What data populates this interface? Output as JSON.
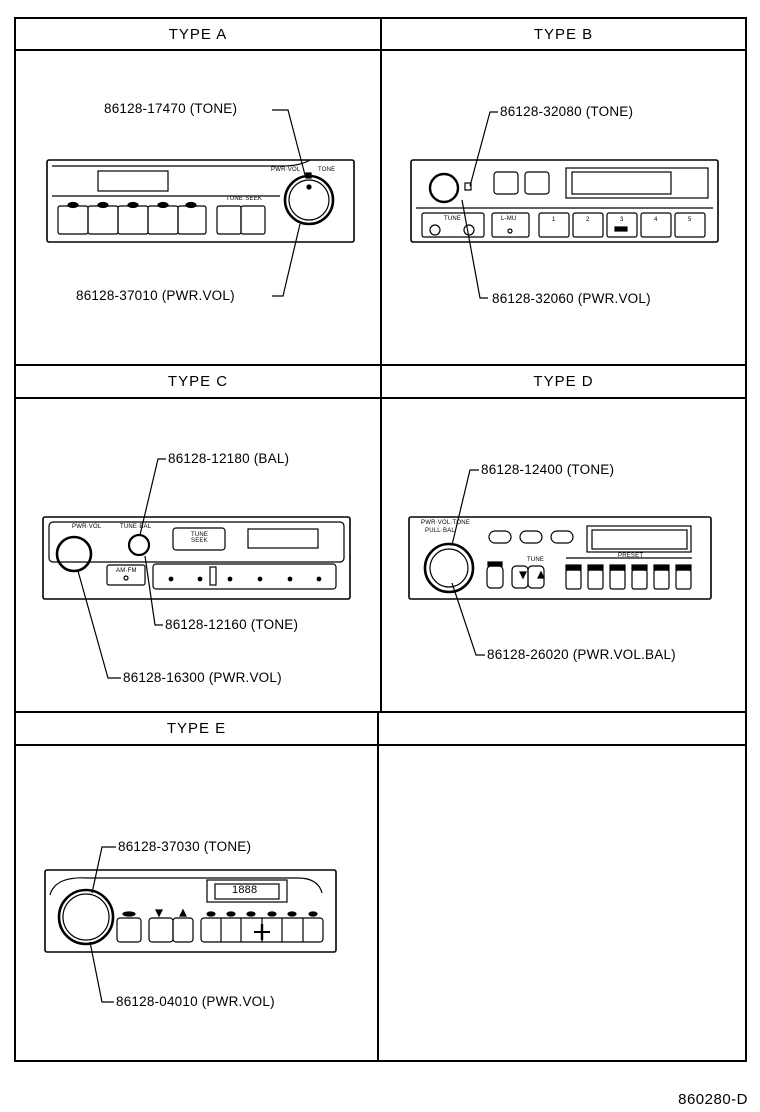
{
  "types": {
    "a": {
      "title": "TYPE A",
      "parts": [
        {
          "pn": "86128-17470 (TONE)"
        },
        {
          "pn": "86128-37010 (PWR.VOL)"
        }
      ],
      "labels": {
        "pwr": "PWR·VOL",
        "tone": "TONE",
        "tune": "TUNE·SEEK"
      }
    },
    "b": {
      "title": "TYPE B",
      "parts": [
        {
          "pn": "86128-32080 (TONE)"
        },
        {
          "pn": "86128-32060 (PWR.VOL)"
        }
      ],
      "labels": {
        "tune": "TUNE",
        "lmu": "L-MU",
        "presets": [
          "1",
          "2",
          "3",
          "4",
          "5"
        ]
      }
    },
    "c": {
      "title": "TYPE C",
      "parts": [
        {
          "pn": "86128-12180 (BAL)"
        },
        {
          "pn": "86128-12160 (TONE)"
        },
        {
          "pn": "86128-16300 (PWR.VOL)"
        }
      ],
      "labels": {
        "pwr": "PWR·VOL",
        "tune_bal": "TUNE·BAL",
        "tune_seek": "TUNE SEEK",
        "amfm": "AM·FM"
      }
    },
    "d": {
      "title": "TYPE D",
      "parts": [
        {
          "pn": "86128-12400 (TONE)"
        },
        {
          "pn": "86128-26020 (PWR.VOL.BAL)"
        }
      ],
      "labels": {
        "pwr": "PWR·VOL·TONE",
        "bal": "PULL·BAL",
        "tune": "TUNE",
        "preset": "PRESET"
      }
    },
    "e": {
      "title": "TYPE E",
      "parts": [
        {
          "pn": "86128-37030 (TONE)"
        },
        {
          "pn": "86128-04010 (PWR.VOL)"
        }
      ],
      "labels": {
        "display": "1888"
      }
    }
  },
  "empty_title": "",
  "reference": "860280-D"
}
